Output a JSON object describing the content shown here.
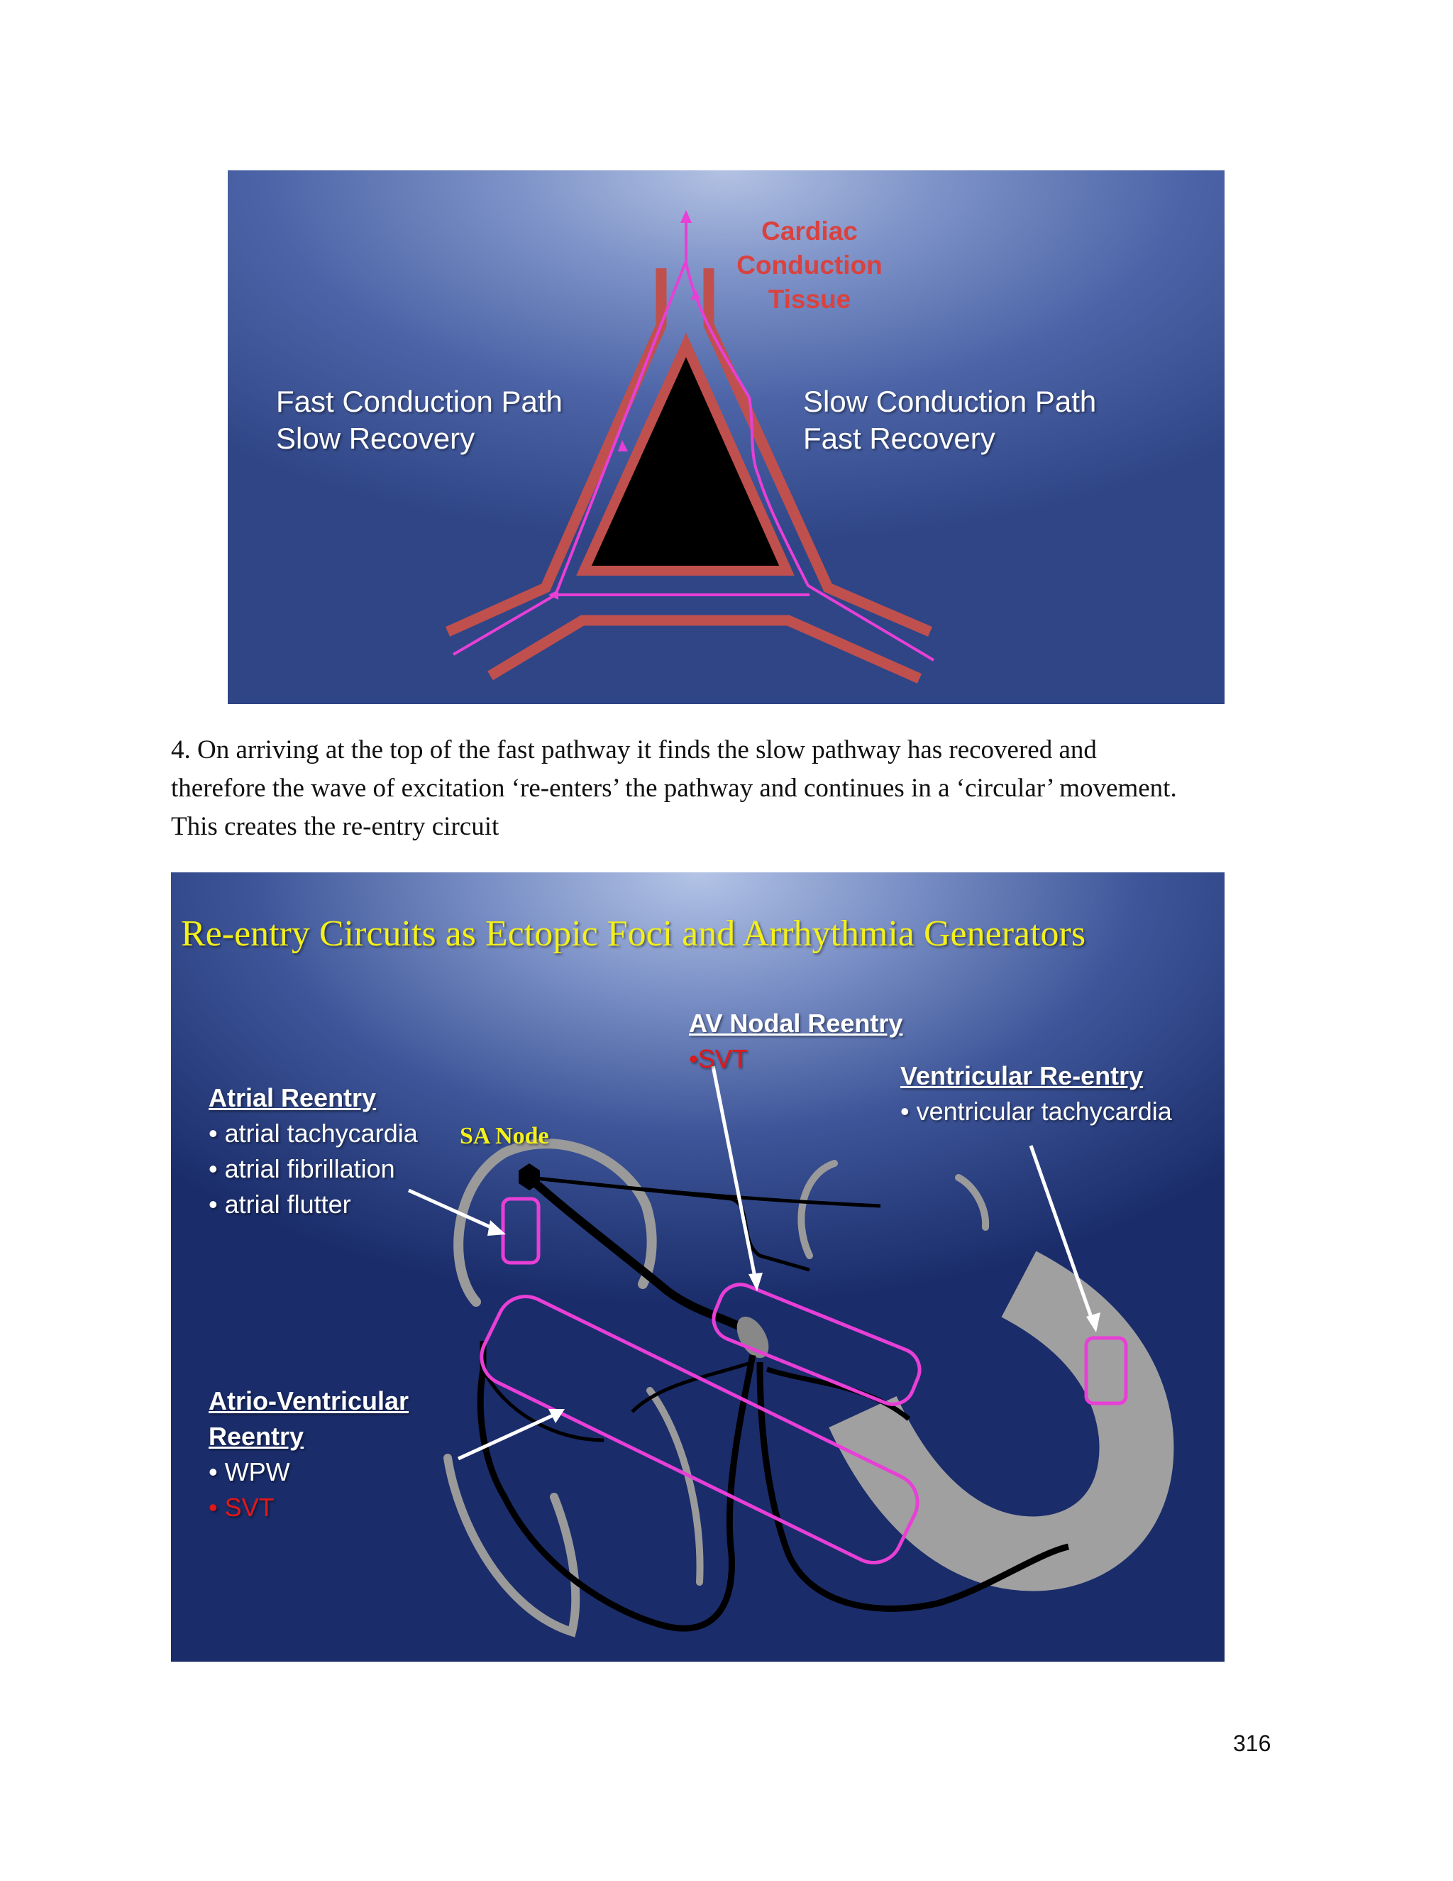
{
  "figure1": {
    "cardiac_label": [
      "Cardiac",
      "Conduction",
      "Tissue"
    ],
    "left_label": [
      "Fast Conduction  Path",
      "Slow Recovery"
    ],
    "right_label": [
      "Slow Conduction  Path",
      "Fast Recovery"
    ],
    "colors": {
      "tissue": "#c0504d",
      "impulse": "#e83fd6",
      "core": "#000000"
    }
  },
  "paragraph": [
    "4.  On arriving at the top of the fast pathway it finds the slow pathway has recovered and",
    "therefore the wave of excitation ‘re-enters’ the pathway and continues in a ‘circular’ movement.",
    "This creates the re-entry circuit"
  ],
  "figure2": {
    "title": "Re-entry  Circuits  as Ectopic Foci and Arrhythmia  Generators",
    "sa_node": "SA Node",
    "atrial": {
      "heading": "Atrial Reentry",
      "items": [
        "• atrial tachycardia",
        "• atrial fibrillation",
        "• atrial flutter"
      ]
    },
    "av_nodal": {
      "heading": "AV Nodal Reentry",
      "items": [
        "•SVT"
      ]
    },
    "ventricular": {
      "heading": "Ventricular Re-entry",
      "items": [
        "• ventricular  tachycardia"
      ]
    },
    "atrio_ventricular": {
      "heading_lines": [
        "Atrio-Ventricular",
        "Reentry"
      ],
      "items": [
        "• WPW",
        "• SVT"
      ]
    },
    "colors": {
      "title": "#f3f01a",
      "circuit": "#e83fd6",
      "svt": "#e01818",
      "heart_wall": "#9a9a9a"
    }
  },
  "page_number": "316"
}
